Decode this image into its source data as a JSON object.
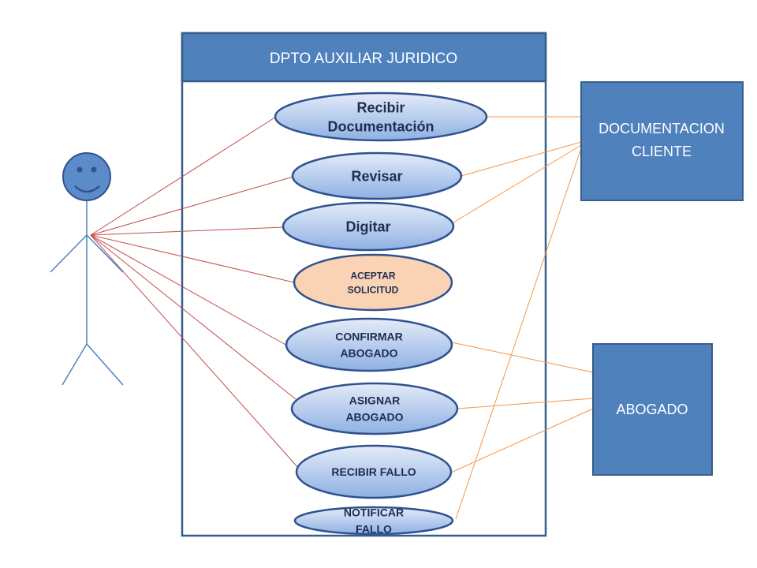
{
  "system": {
    "title": "DPTO AUXILIAR JURIDICO"
  },
  "use_cases": [
    {
      "id": "recibir-documentacion",
      "lines": [
        "Recibir",
        "Documentación"
      ]
    },
    {
      "id": "revisar",
      "lines": [
        "Revisar"
      ]
    },
    {
      "id": "digitar",
      "lines": [
        "Digitar"
      ]
    },
    {
      "id": "aceptar-solicitud",
      "lines": [
        "ACEPTAR",
        "SOLICITUD"
      ]
    },
    {
      "id": "confirmar-abogado",
      "lines": [
        "CONFIRMAR",
        "ABOGADO"
      ]
    },
    {
      "id": "asignar-abogado",
      "lines": [
        "ASIGNAR",
        "ABOGADO"
      ]
    },
    {
      "id": "recibir-fallo",
      "lines": [
        "RECIBIR FALLO"
      ]
    },
    {
      "id": "notificar-fallo",
      "lines": [
        "NOTIFICAR",
        "FALLO"
      ]
    }
  ],
  "actors": {
    "documentacion": {
      "lines": [
        "DOCUMENTACION",
        "CLIENTE"
      ]
    },
    "abogado": {
      "lines": [
        "ABOGADO"
      ]
    }
  },
  "colors": {
    "box_fill": "#4f81bd",
    "box_stroke": "#385d8a",
    "ellipse_fill": "#b9cdef",
    "ellipse_stroke": "#2f528f",
    "highlight_fill": "#fad2b4",
    "actor_line": "#c0504d",
    "assoc_line": "#f79646",
    "stick_figure": "#4f81bd"
  }
}
